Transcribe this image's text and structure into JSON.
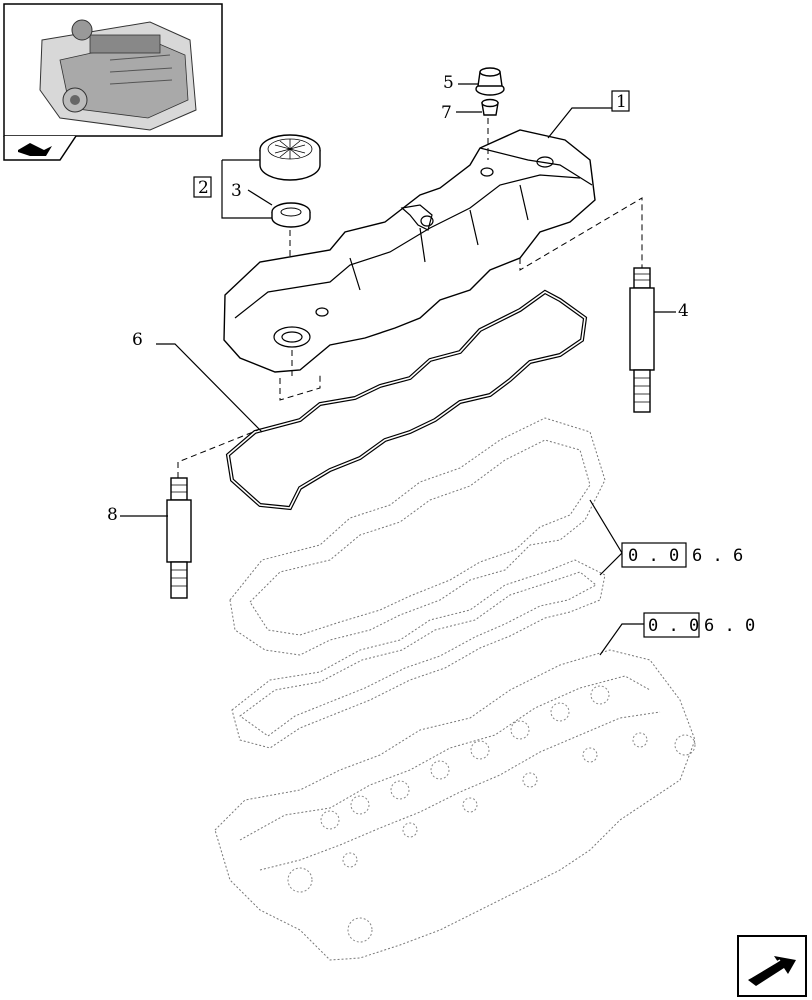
{
  "callouts": {
    "c1": "1",
    "c2": "2",
    "c3": "3",
    "c4": "4",
    "c5": "5",
    "c6": "6",
    "c7": "7",
    "c8": "8"
  },
  "references": {
    "ref_head_gasket": {
      "boxed": "0 . 0",
      "rest": "6 . 6"
    },
    "ref_cylinder_head": {
      "boxed": "0 . 0",
      "rest": "6 . 0"
    }
  },
  "icons": {
    "engine_thumbnail": "engine-thumbnail-icon",
    "book_icon": "book-icon",
    "nav_arrow": "arrow-icon"
  }
}
